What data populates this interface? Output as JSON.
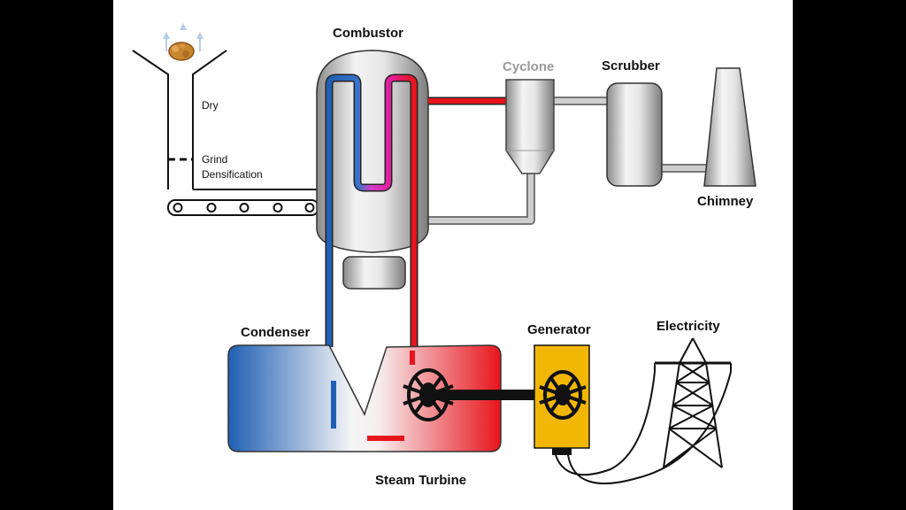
{
  "labels": {
    "combustor": "Combustor",
    "cyclone": "Cyclone",
    "scrubber": "Scrubber",
    "chimney": "Chimney",
    "dry": "Dry",
    "grind": "Grind",
    "densification": "Densification",
    "condenser": "Condenser",
    "generator": "Generator",
    "electricity": "Electricity",
    "steam_turbine": "Steam Turbine"
  },
  "colors": {
    "hot": "#e8141c",
    "cold": "#1f5fb4",
    "generator": "#f2b705",
    "metal_light": "#f2f2f2",
    "metal_dark": "#8c8c8c",
    "pipe_grey": "#b8b8b8",
    "background": "#ffffff",
    "frame": "#000000"
  },
  "icons": {
    "feedstock": "wood-chips-icon",
    "turbine": "turbine-rotor-icon",
    "tower": "transmission-tower-icon"
  }
}
